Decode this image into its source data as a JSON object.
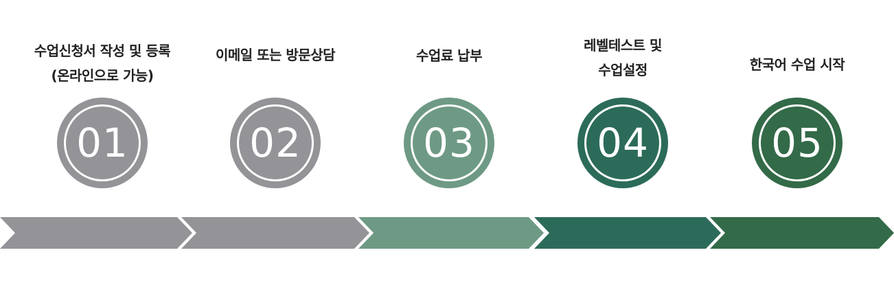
{
  "steps": [
    {
      "number": "01",
      "label_lines": [
        "수업신청서 작성 및 등록",
        "(온라인으로 가능)"
      ],
      "color": "#939398"
    },
    {
      "number": "02",
      "label_lines": [
        "이메일 또는 방문상담"
      ],
      "color": "#939398"
    },
    {
      "number": "03",
      "label_lines": [
        "수업료 납부"
      ],
      "color": "#6e9a85"
    },
    {
      "number": "04",
      "label_lines": [
        "레벨테스트 및",
        "수업설정"
      ],
      "color": "#2c6b5a"
    },
    {
      "number": "05",
      "label_lines": [
        "한국어 수업 시작"
      ],
      "color": "#336a48"
    }
  ]
}
